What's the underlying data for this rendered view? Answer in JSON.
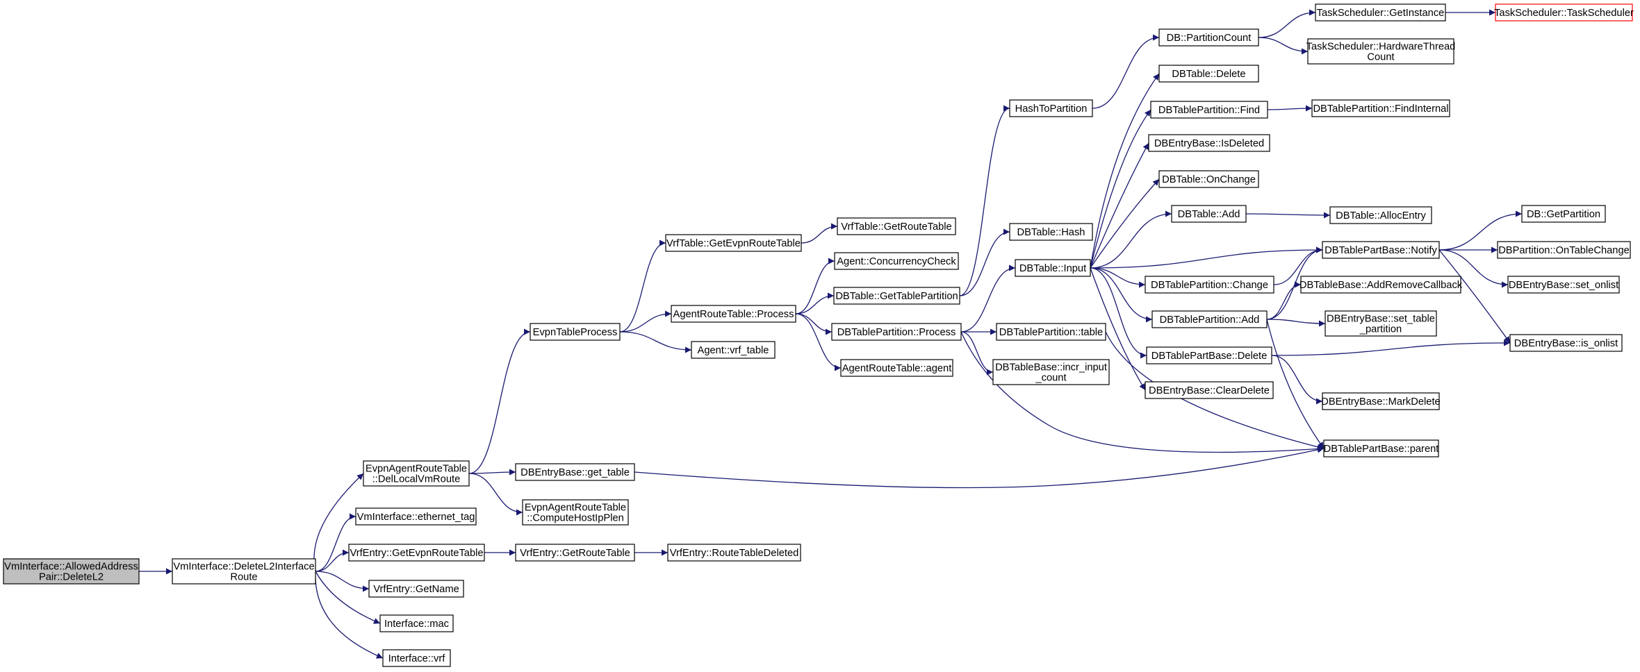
{
  "colors": {
    "edge": "#191970",
    "node_border": "#000000",
    "node_fill": "#ffffff",
    "root_fill": "#bfbfbf",
    "truncated_border": "#ff0000"
  },
  "nodes": [
    {
      "id": "root",
      "lines": [
        "VmInterface::AllowedAddress",
        "Pair::DeleteL2"
      ],
      "style": "root"
    },
    {
      "id": "del_l2_if",
      "lines": [
        "VmInterface::DeleteL2Interface",
        "Route"
      ]
    },
    {
      "id": "evpn_del_local",
      "lines": [
        "EvpnAgentRouteTable",
        "::DelLocalVmRoute"
      ]
    },
    {
      "id": "ethernet_tag",
      "lines": [
        "VmInterface::ethernet_tag"
      ]
    },
    {
      "id": "get_evpn_rt",
      "lines": [
        "VrfEntry::GetEvpnRouteTable"
      ]
    },
    {
      "id": "vrf_get_name",
      "lines": [
        "VrfEntry::GetName"
      ]
    },
    {
      "id": "if_mac",
      "lines": [
        "Interface::mac"
      ]
    },
    {
      "id": "if_vrf",
      "lines": [
        "Interface::vrf"
      ]
    },
    {
      "id": "evpn_table_process",
      "lines": [
        "EvpnTableProcess"
      ]
    },
    {
      "id": "get_table",
      "lines": [
        "DBEntryBase::get_table"
      ]
    },
    {
      "id": "compute_host",
      "lines": [
        "EvpnAgentRouteTable",
        "::ComputeHostIpPlen"
      ]
    },
    {
      "id": "vrf_get_rt",
      "lines": [
        "VrfEntry::GetRouteTable"
      ]
    },
    {
      "id": "rt_deleted",
      "lines": [
        "VrfEntry::RouteTableDeleted"
      ]
    },
    {
      "id": "vt_get_evpn",
      "lines": [
        "VrfTable::GetEvpnRouteTable"
      ]
    },
    {
      "id": "agent_rt_process",
      "lines": [
        "AgentRouteTable::Process"
      ]
    },
    {
      "id": "agent_vrf_table",
      "lines": [
        "Agent::vrf_table"
      ]
    },
    {
      "id": "vt_get_rt",
      "lines": [
        "VrfTable::GetRouteTable"
      ]
    },
    {
      "id": "concurrency",
      "lines": [
        "Agent::ConcurrencyCheck"
      ]
    },
    {
      "id": "get_table_part",
      "lines": [
        "DBTable::GetTablePartition"
      ]
    },
    {
      "id": "dbtp_process",
      "lines": [
        "DBTablePartition::Process"
      ]
    },
    {
      "id": "art_agent",
      "lines": [
        "AgentRouteTable::agent"
      ]
    },
    {
      "id": "hash_to_part",
      "lines": [
        "HashToPartition"
      ]
    },
    {
      "id": "dbt_hash",
      "lines": [
        "DBTable::Hash"
      ]
    },
    {
      "id": "dbt_input",
      "lines": [
        "DBTable::Input"
      ]
    },
    {
      "id": "dbtp_table",
      "lines": [
        "DBTablePartition::table"
      ]
    },
    {
      "id": "incr_input",
      "lines": [
        "DBTableBase::incr_input",
        "_count"
      ]
    },
    {
      "id": "db_part_count",
      "lines": [
        "DB::PartitionCount"
      ]
    },
    {
      "id": "dbt_delete",
      "lines": [
        "DBTable::Delete"
      ]
    },
    {
      "id": "dbtp_find",
      "lines": [
        "DBTablePartition::Find"
      ]
    },
    {
      "id": "is_deleted",
      "lines": [
        "DBEntryBase::IsDeleted"
      ]
    },
    {
      "id": "dbt_onchange",
      "lines": [
        "DBTable::OnChange"
      ]
    },
    {
      "id": "dbt_add",
      "lines": [
        "DBTable::Add"
      ]
    },
    {
      "id": "dbtp_change",
      "lines": [
        "DBTablePartition::Change"
      ]
    },
    {
      "id": "dbtp_add",
      "lines": [
        "DBTablePartition::Add"
      ]
    },
    {
      "id": "dbtpb_delete",
      "lines": [
        "DBTablePartBase::Delete"
      ]
    },
    {
      "id": "clear_delete",
      "lines": [
        "DBEntryBase::ClearDelete"
      ]
    },
    {
      "id": "ts_get_instance",
      "lines": [
        "TaskScheduler::GetInstance"
      ]
    },
    {
      "id": "ts_hw_thread",
      "lines": [
        "TaskScheduler::HardwareThread",
        "Count"
      ]
    },
    {
      "id": "find_internal",
      "lines": [
        "DBTablePartition::FindInternal"
      ]
    },
    {
      "id": "alloc_entry",
      "lines": [
        "DBTable::AllocEntry"
      ]
    },
    {
      "id": "dbtpb_notify",
      "lines": [
        "DBTablePartBase::Notify"
      ]
    },
    {
      "id": "add_remove_cb",
      "lines": [
        "DBTableBase::AddRemoveCallback"
      ]
    },
    {
      "id": "set_table_part",
      "lines": [
        "DBEntryBase::set_table",
        "_partition"
      ]
    },
    {
      "id": "mark_delete",
      "lines": [
        "DBEntryBase::MarkDelete"
      ]
    },
    {
      "id": "dbtpb_parent",
      "lines": [
        "DBTablePartBase::parent"
      ]
    },
    {
      "id": "ts_ctor",
      "lines": [
        "TaskScheduler::TaskScheduler"
      ],
      "style": "truncated"
    },
    {
      "id": "db_get_part",
      "lines": [
        "DB::GetPartition"
      ]
    },
    {
      "id": "on_table_change",
      "lines": [
        "DBPartition::OnTableChange"
      ]
    },
    {
      "id": "set_onlist",
      "lines": [
        "DBEntryBase::set_onlist"
      ]
    },
    {
      "id": "is_onlist",
      "lines": [
        "DBEntryBase::is_onlist"
      ]
    }
  ],
  "edges": [
    [
      "root",
      "del_l2_if"
    ],
    [
      "del_l2_if",
      "evpn_del_local"
    ],
    [
      "del_l2_if",
      "ethernet_tag"
    ],
    [
      "del_l2_if",
      "get_evpn_rt"
    ],
    [
      "del_l2_if",
      "vrf_get_name"
    ],
    [
      "del_l2_if",
      "if_mac"
    ],
    [
      "del_l2_if",
      "if_vrf"
    ],
    [
      "evpn_del_local",
      "evpn_table_process"
    ],
    [
      "evpn_del_local",
      "get_table"
    ],
    [
      "evpn_del_local",
      "compute_host"
    ],
    [
      "get_evpn_rt",
      "vrf_get_rt"
    ],
    [
      "vrf_get_rt",
      "rt_deleted"
    ],
    [
      "evpn_table_process",
      "vt_get_evpn"
    ],
    [
      "evpn_table_process",
      "agent_rt_process"
    ],
    [
      "evpn_table_process",
      "agent_vrf_table"
    ],
    [
      "vt_get_evpn",
      "vt_get_rt"
    ],
    [
      "agent_rt_process",
      "concurrency"
    ],
    [
      "agent_rt_process",
      "get_table_part"
    ],
    [
      "agent_rt_process",
      "dbtp_process"
    ],
    [
      "agent_rt_process",
      "art_agent"
    ],
    [
      "get_table_part",
      "hash_to_part"
    ],
    [
      "get_table_part",
      "dbt_hash"
    ],
    [
      "dbtp_process",
      "dbt_input"
    ],
    [
      "dbtp_process",
      "dbtp_table"
    ],
    [
      "dbtp_process",
      "incr_input"
    ],
    [
      "dbtp_process",
      "dbtpb_parent"
    ],
    [
      "hash_to_part",
      "db_part_count"
    ],
    [
      "db_part_count",
      "ts_get_instance"
    ],
    [
      "db_part_count",
      "ts_hw_thread"
    ],
    [
      "ts_get_instance",
      "ts_ctor"
    ],
    [
      "dbt_input",
      "dbt_delete"
    ],
    [
      "dbt_input",
      "dbtp_find"
    ],
    [
      "dbt_input",
      "is_deleted"
    ],
    [
      "dbt_input",
      "dbt_onchange"
    ],
    [
      "dbt_input",
      "dbt_add"
    ],
    [
      "dbt_input",
      "dbtpb_notify"
    ],
    [
      "dbt_input",
      "dbtp_change"
    ],
    [
      "dbt_input",
      "dbtp_add"
    ],
    [
      "dbt_input",
      "dbtpb_delete"
    ],
    [
      "dbt_input",
      "clear_delete"
    ],
    [
      "dbtp_find",
      "find_internal"
    ],
    [
      "dbt_add",
      "alloc_entry"
    ],
    [
      "dbtp_change",
      "dbtpb_notify"
    ],
    [
      "dbtp_add",
      "dbtpb_notify"
    ],
    [
      "dbtp_add",
      "add_remove_cb"
    ],
    [
      "dbtp_add",
      "set_table_part"
    ],
    [
      "dbtp_add",
      "dbtpb_parent"
    ],
    [
      "dbtpb_delete",
      "is_onlist"
    ],
    [
      "dbtpb_delete",
      "mark_delete"
    ],
    [
      "dbtp_table",
      "dbtpb_parent"
    ],
    [
      "get_table",
      "dbtpb_parent"
    ],
    [
      "dbtpb_notify",
      "db_get_part"
    ],
    [
      "dbtpb_notify",
      "on_table_change"
    ],
    [
      "dbtpb_notify",
      "set_onlist"
    ],
    [
      "dbtpb_notify",
      "is_onlist"
    ]
  ]
}
